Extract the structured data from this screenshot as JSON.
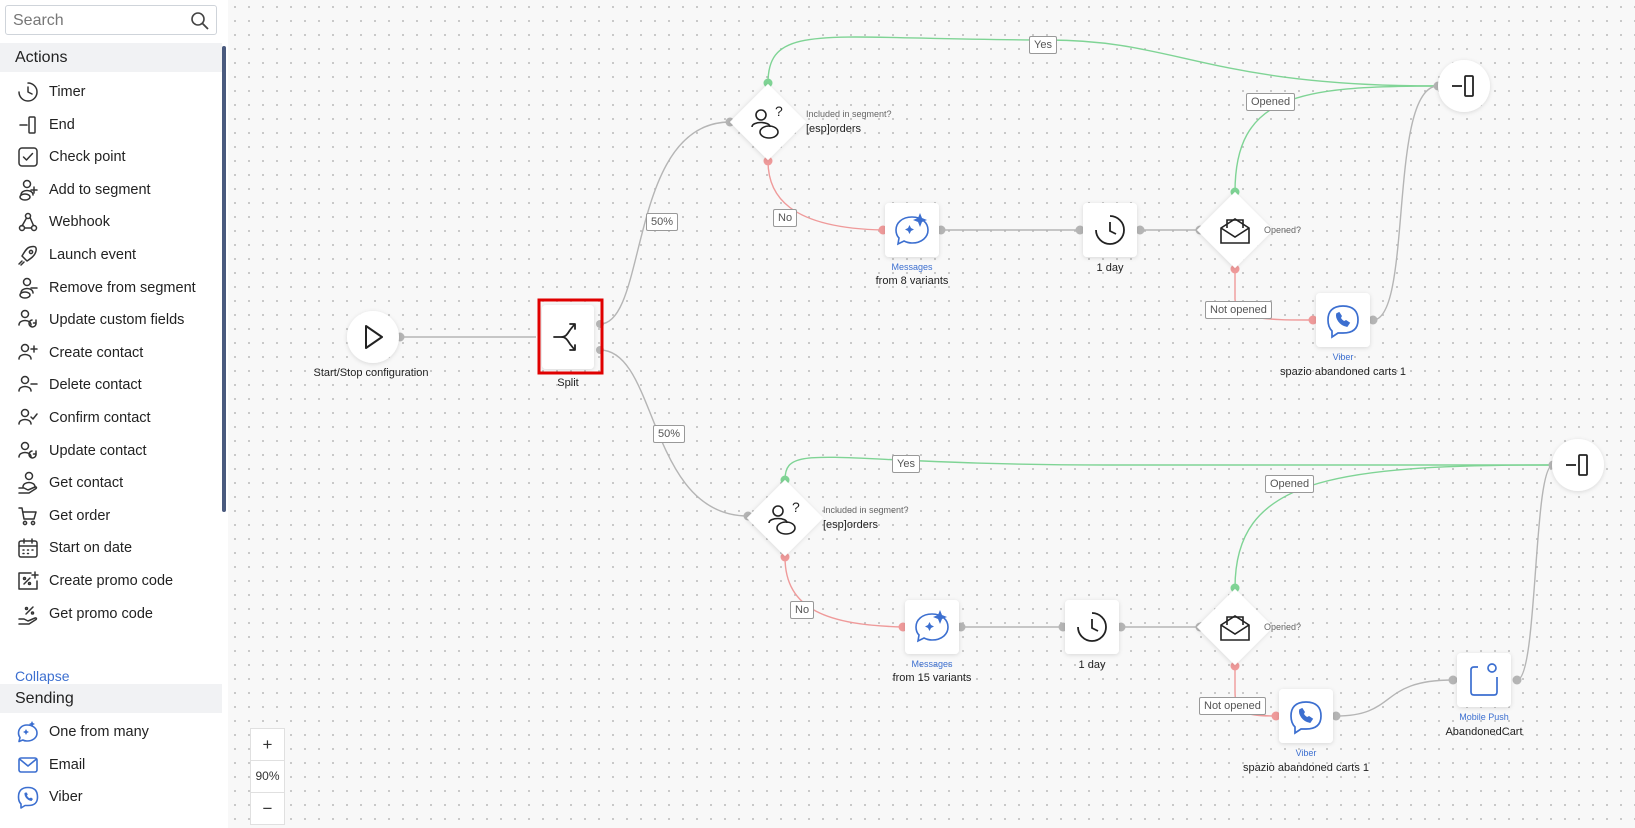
{
  "search": {
    "placeholder": "Search"
  },
  "sidebar": {
    "actions_header": "Actions",
    "actions": [
      {
        "label": "Timer",
        "icon": "timer-icon"
      },
      {
        "label": "End",
        "icon": "end-icon"
      },
      {
        "label": "Check point",
        "icon": "check-point-icon"
      },
      {
        "label": "Add to segment",
        "icon": "add-to-segment-icon"
      },
      {
        "label": "Webhook",
        "icon": "webhook-icon"
      },
      {
        "label": "Launch event",
        "icon": "rocket-icon"
      },
      {
        "label": "Remove from segment",
        "icon": "remove-from-segment-icon"
      },
      {
        "label": "Update custom fields",
        "icon": "update-custom-fields-icon"
      },
      {
        "label": "Create contact",
        "icon": "create-contact-icon"
      },
      {
        "label": "Delete contact",
        "icon": "delete-contact-icon"
      },
      {
        "label": "Confirm contact",
        "icon": "confirm-contact-icon"
      },
      {
        "label": "Update contact",
        "icon": "update-contact-icon"
      },
      {
        "label": "Get contact",
        "icon": "get-contact-icon"
      },
      {
        "label": "Get order",
        "icon": "cart-icon"
      },
      {
        "label": "Start on date",
        "icon": "calendar-icon"
      },
      {
        "label": "Create promo code",
        "icon": "promo-code-icon"
      },
      {
        "label": "Get promo code",
        "icon": "get-promo-code-icon"
      }
    ],
    "collapse_label": "Collapse",
    "sending_header": "Sending",
    "sending": [
      {
        "label": "One from many",
        "icon": "sparkle-chat-icon"
      },
      {
        "label": "Email",
        "icon": "email-icon"
      },
      {
        "label": "Viber",
        "icon": "viber-icon"
      }
    ]
  },
  "canvas": {
    "start_label": "Start/Stop configuration",
    "split_label": "Split",
    "split_top_pct": "50%",
    "split_bottom_pct": "50%",
    "yes_label": "Yes",
    "no_label": "No",
    "opened_label": "Opened",
    "not_opened_label": "Not opened",
    "segment_question": "Included in segment?",
    "segment_name": "[esp]orders",
    "opened_question": "Opened?",
    "messages_type": "Messages",
    "top_messages_label": "from 8 variants",
    "bottom_messages_label": "from 15 variants",
    "timer_label": "1 day",
    "viber_type": "Viber",
    "viber_label": "spazio abandoned carts 1",
    "push_type": "Mobile Push",
    "push_label": "AbandonedCart",
    "zoom": "90%",
    "zoom_in": "+",
    "zoom_out": "−",
    "colors": {
      "yes": "#7fd495",
      "no": "#ef9a9a",
      "neutral": "#b5b5b5",
      "accent": "#3c6fd0",
      "highlight": "#e00000"
    }
  }
}
